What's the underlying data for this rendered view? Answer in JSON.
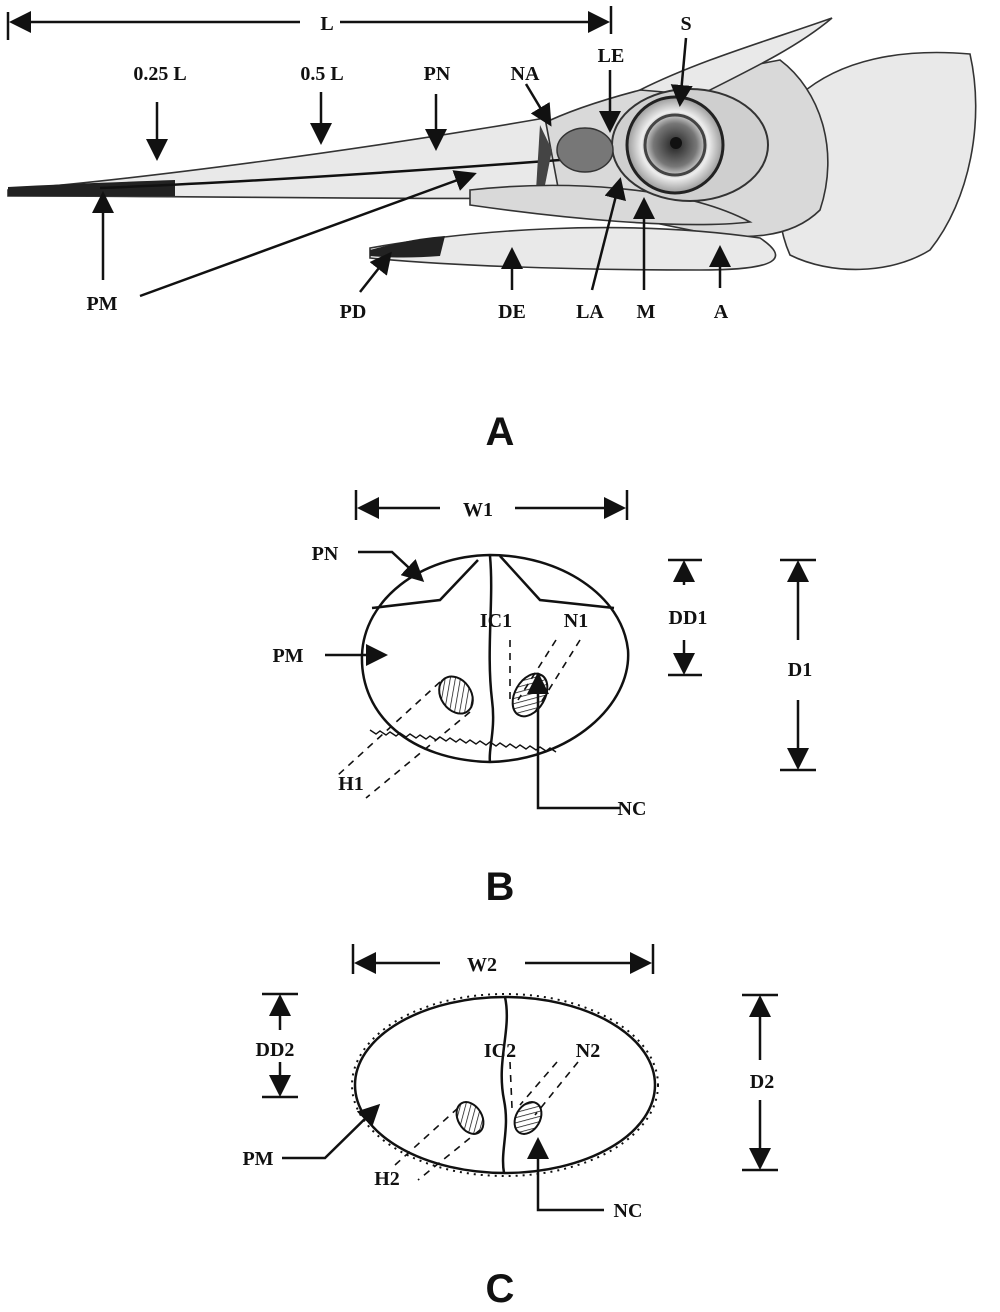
{
  "panel_a": {
    "caption": "A",
    "labels": {
      "l": "L",
      "quarter": "0.25 L",
      "half": "0.5 L",
      "pn": "PN",
      "na": "NA",
      "le": "LE",
      "s": "S",
      "pm": "PM",
      "pd": "PD",
      "de": "DE",
      "la": "LA",
      "m": "M",
      "a": "A"
    }
  },
  "panel_b": {
    "caption": "B",
    "labels": {
      "w": "W1",
      "pn": "PN",
      "pm": "PM",
      "ic": "IC1",
      "n": "N1",
      "dd": "DD1",
      "d": "D1",
      "h": "H1",
      "nc": "NC"
    }
  },
  "panel_c": {
    "caption": "C",
    "labels": {
      "w": "W2",
      "dd": "DD2",
      "d": "D2",
      "ic": "IC2",
      "n": "N2",
      "pm": "PM",
      "h": "H2",
      "nc": "NC"
    }
  }
}
